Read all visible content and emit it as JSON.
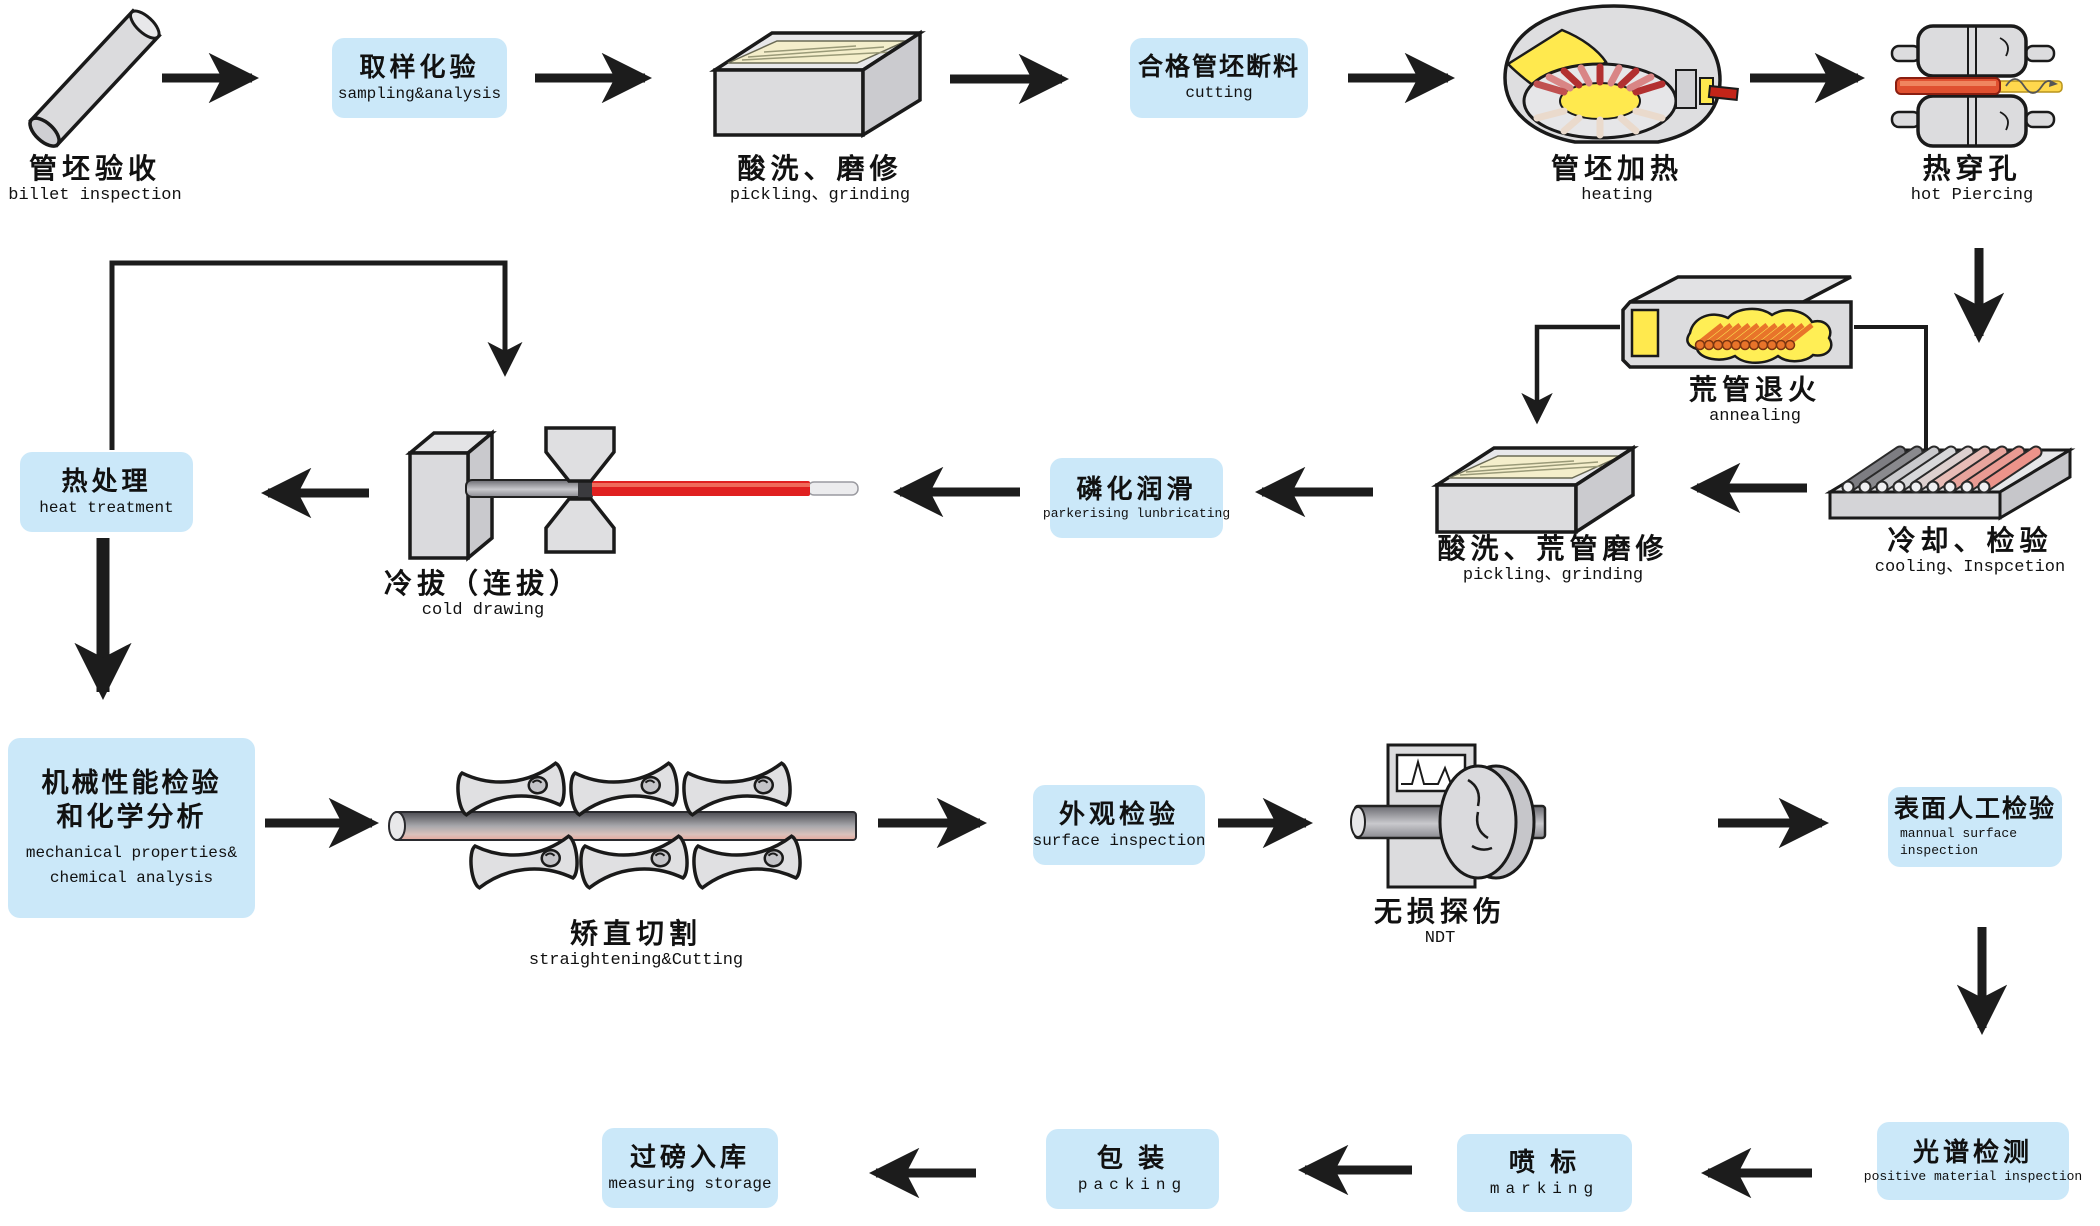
{
  "colors": {
    "box_fill": "#cbe8f9",
    "arrow": "#1c1c1c",
    "steel_gray": "#dcdcde",
    "furnace_yellow": "#ffe94e",
    "hot_orange": "#e8742a",
    "hot_red": "#d92818"
  },
  "nodes": {
    "billet": {
      "zh": "管坯验收",
      "en": "billet inspection"
    },
    "sampling": {
      "zh": "取样化验",
      "en": "sampling&analysis"
    },
    "pickling1": {
      "zh": "酸洗、磨修",
      "en": "pickling、grinding"
    },
    "cutting": {
      "zh": "合格管坯断料",
      "en": "cutting"
    },
    "heating": {
      "zh": "管坯加热",
      "en": "heating"
    },
    "piercing": {
      "zh": "热穿孔",
      "en": "hot Piercing"
    },
    "annealing": {
      "zh": "荒管退火",
      "en": "annealing"
    },
    "cooling": {
      "zh": "冷却、检验",
      "en": "cooling、Inspcetion"
    },
    "pickling2": {
      "zh": "酸洗、荒管磨修",
      "en": "pickling、grinding"
    },
    "phosphating": {
      "zh": "磷化润滑",
      "en": "parkerising lunbricating"
    },
    "cold_drawing": {
      "zh": "冷拔（连拔）",
      "en": "cold drawing"
    },
    "heat_treatment": {
      "zh": "热处理",
      "en": "heat treatment"
    },
    "mechanical": {
      "zh_lines": [
        "机械性能检验",
        "和化学分析"
      ],
      "en_lines": [
        "mechanical properties&",
        "chemical analysis"
      ]
    },
    "straightening": {
      "zh": "矫直切割",
      "en": "straightening&Cutting"
    },
    "surface": {
      "zh": "外观检验",
      "en": "surface inspection"
    },
    "ndt": {
      "zh": "无损探伤",
      "en": "NDT"
    },
    "manual": {
      "zh": "表面人工检验",
      "en_lines": [
        "mannual surface",
        "inspection"
      ]
    },
    "pmi": {
      "zh": "光谱检测",
      "en": "positive material inspection"
    },
    "marking": {
      "zh": "喷 标",
      "en": "marking"
    },
    "packing": {
      "zh": "包 装",
      "en": "packing"
    },
    "storage": {
      "zh": "过磅入库",
      "en": "measuring storage"
    }
  }
}
